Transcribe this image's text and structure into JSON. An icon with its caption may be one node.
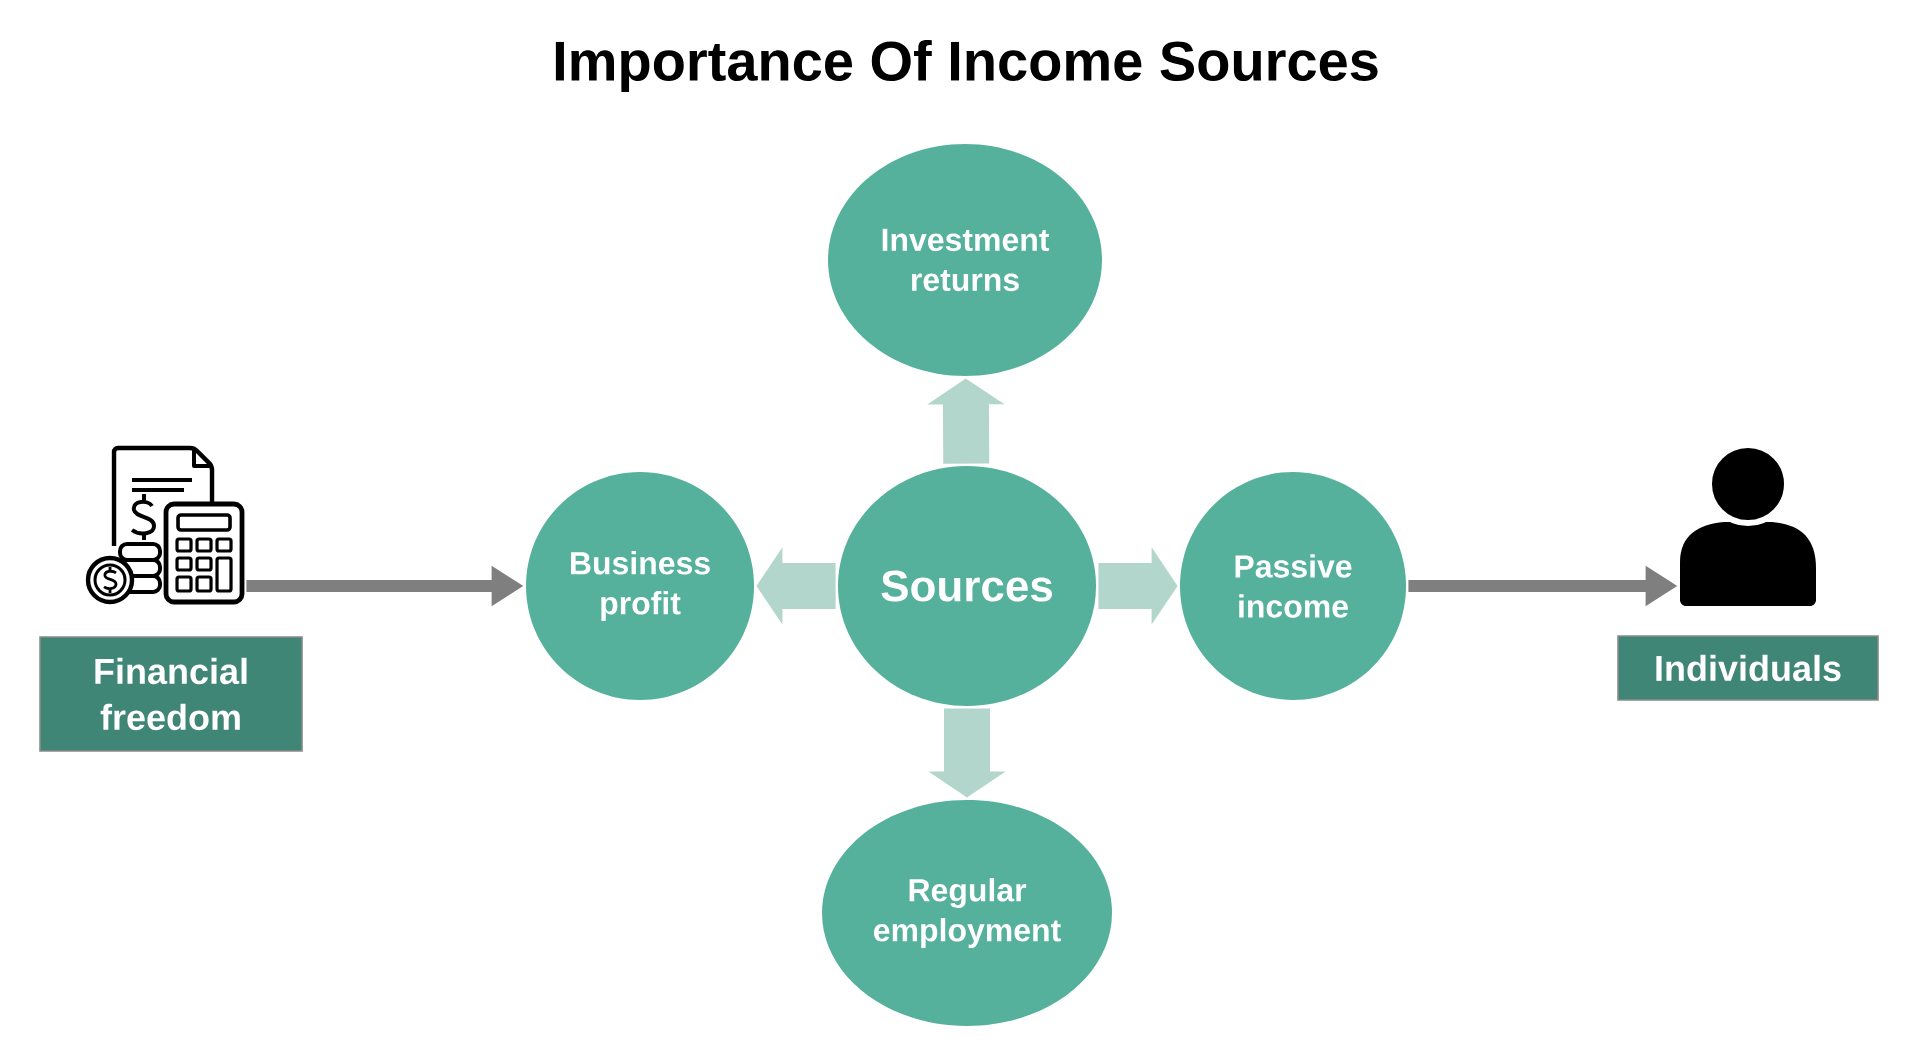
{
  "diagram": {
    "title": "Importance Of Income Sources",
    "nodes": [
      {
        "text": [],
        "shape": "picture"
      },
      {
        "text": [
          "Financial freedom"
        ]
      },
      {
        "text": [
          "Investment returns"
        ]
      },
      {
        "text": [
          "Business profit"
        ]
      },
      {
        "text": [
          "Sources"
        ]
      },
      {
        "text": [
          "Passive income"
        ]
      },
      {
        "text": [
          "Regular employment"
        ]
      },
      {
        "text": [],
        "shape": "person"
      },
      {
        "text": [
          "Individuals"
        ]
      }
    ],
    "edges": [
      {
        "from": 0,
        "to": 3,
        "arrow": "to",
        "color": "#7f7f7f"
      },
      {
        "from": 4,
        "to": 2,
        "arrow": "to"
      },
      {
        "from": 4,
        "to": 3,
        "arrow": "to"
      },
      {
        "from": 4,
        "to": 5,
        "arrow": "to"
      },
      {
        "from": 4,
        "to": 6,
        "arrow": "to"
      },
      {
        "from": 5,
        "to": 7,
        "arrow": "to",
        "color": "#7f7f7f"
      }
    ]
  }
}
